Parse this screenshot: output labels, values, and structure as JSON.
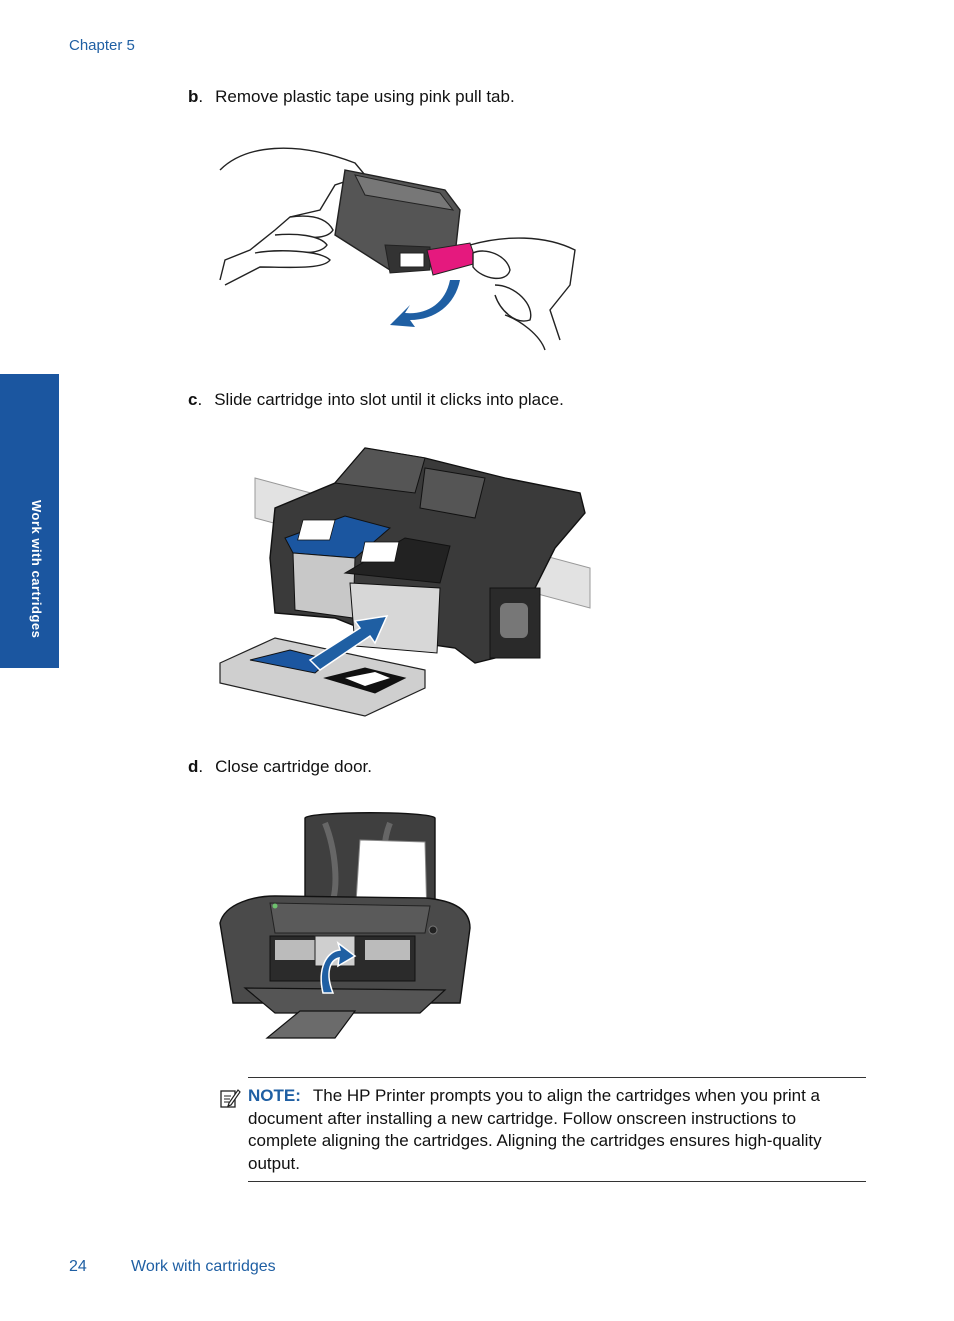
{
  "header": {
    "chapter": "Chapter 5"
  },
  "side_tab": {
    "label": "Work with cartridges"
  },
  "steps": [
    {
      "letter": "b",
      "text": "Remove plastic tape using pink pull tab."
    },
    {
      "letter": "c",
      "text": "Slide cartridge into slot until it clicks into place."
    },
    {
      "letter": "d",
      "text": "Close cartridge door."
    }
  ],
  "note": {
    "label": "NOTE:",
    "text": "The HP Printer prompts you to align the cartridges when you print a document after installing a new cartridge. Follow onscreen instructions to complete aligning the cartridges. Aligning the cartridges ensures high-quality output."
  },
  "footer": {
    "page_number": "24",
    "title": "Work with cartridges"
  },
  "colors": {
    "accent_blue": "#1b56a0",
    "pink_tab": "#e5197e",
    "arrow_blue": "#1f5fa3"
  }
}
